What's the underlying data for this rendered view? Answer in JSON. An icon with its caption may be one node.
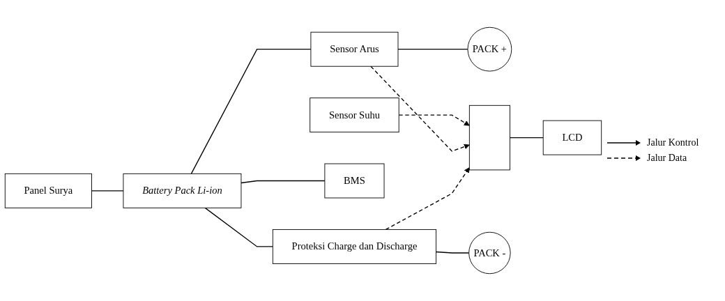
{
  "diagram": {
    "nodes": [
      {
        "text": [
          "Sensor Arus"
        ]
      },
      {
        "text": [
          "PACK +"
        ]
      },
      {
        "text": [
          "Sensor Suhu"
        ]
      },
      {
        "text": [
          "Panel Surya"
        ]
      },
      {
        "text": [
          "Battery Pack Li-ion"
        ]
      },
      {
        "text": [
          "BMS"
        ]
      },
      {
        "text": [],
        "shape": "box"
      },
      {
        "text": [
          "LCD"
        ]
      },
      {
        "text": [
          "Proteksi Charge dan Discharge"
        ]
      },
      {
        "text": [
          "PACK -"
        ]
      }
    ],
    "edges": [
      {
        "from": 4,
        "to": 0,
        "arrow": "none"
      },
      {
        "from": 0,
        "to": 1,
        "arrow": "none"
      },
      {
        "from": 2,
        "to": 6,
        "arrow": "to",
        "style": "dashed"
      },
      {
        "from": 0,
        "to": 6,
        "arrow": "to",
        "style": "dashed"
      },
      {
        "from": 3,
        "to": 4,
        "arrow": "none"
      },
      {
        "from": 4,
        "to": 5,
        "arrow": "none"
      },
      {
        "from": 6,
        "to": 7,
        "arrow": "none"
      },
      {
        "from": 4,
        "to": 8,
        "arrow": "none"
      },
      {
        "from": 8,
        "to": 9,
        "arrow": "none"
      },
      {
        "from": 8,
        "to": 6,
        "arrow": "to",
        "style": "dashed"
      }
    ],
    "legend": [
      {
        "text": "Jalur Kontrol"
      },
      {
        "text": "Jalur Data"
      }
    ]
  }
}
